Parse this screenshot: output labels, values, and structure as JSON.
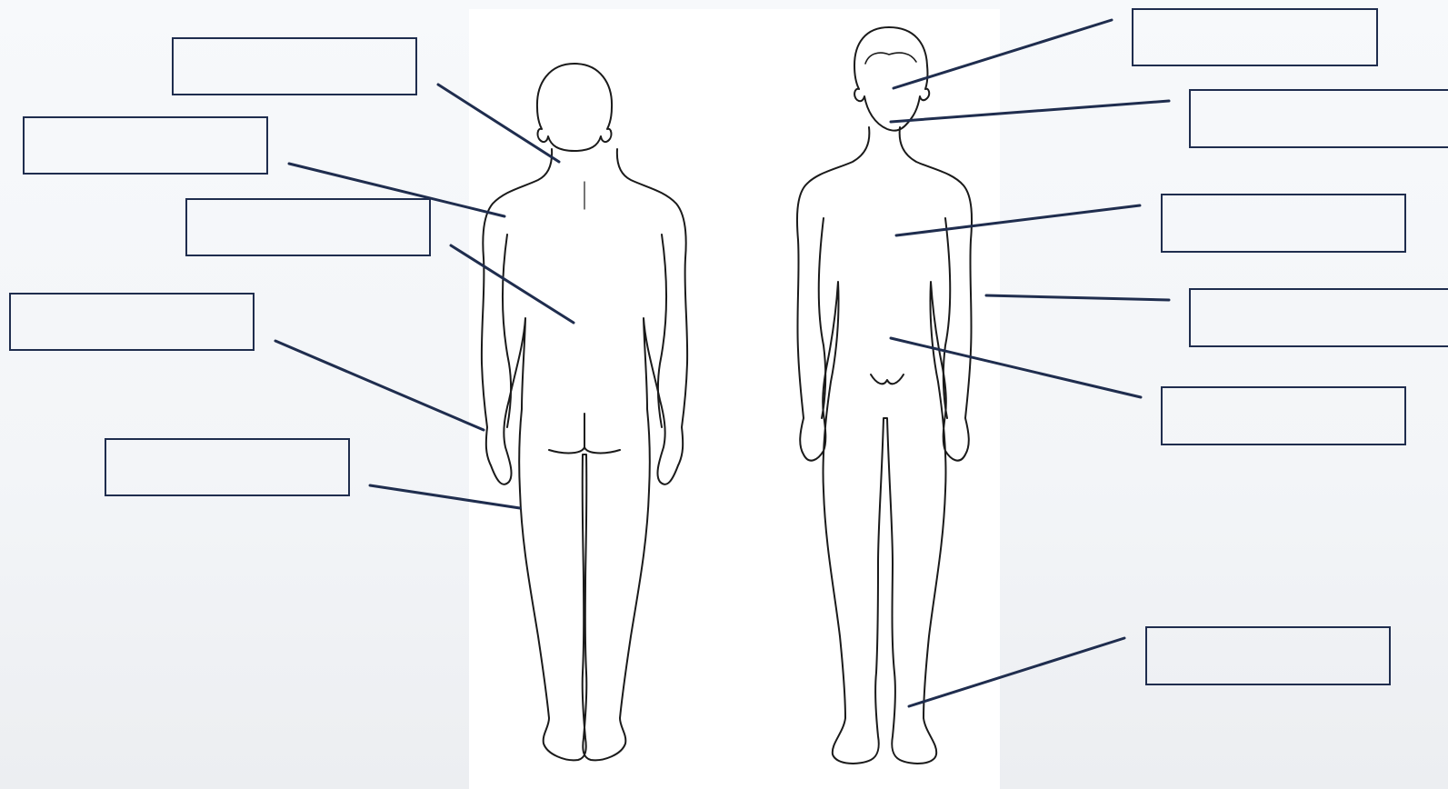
{
  "colors": {
    "line": "#1f2d4e",
    "outline": "#1a1a1a",
    "panel": "#ffffff"
  },
  "figures": [
    {
      "name": "back-view"
    },
    {
      "name": "front-view"
    }
  ],
  "labels": [
    {
      "id": "back-head",
      "text": ""
    },
    {
      "id": "back-shoulder",
      "text": ""
    },
    {
      "id": "back-mid",
      "text": ""
    },
    {
      "id": "back-arm",
      "text": ""
    },
    {
      "id": "back-thigh",
      "text": ""
    },
    {
      "id": "front-face",
      "text": ""
    },
    {
      "id": "front-chin",
      "text": ""
    },
    {
      "id": "front-chest",
      "text": ""
    },
    {
      "id": "front-arm",
      "text": ""
    },
    {
      "id": "front-abdomen",
      "text": ""
    },
    {
      "id": "front-leg",
      "text": ""
    }
  ]
}
